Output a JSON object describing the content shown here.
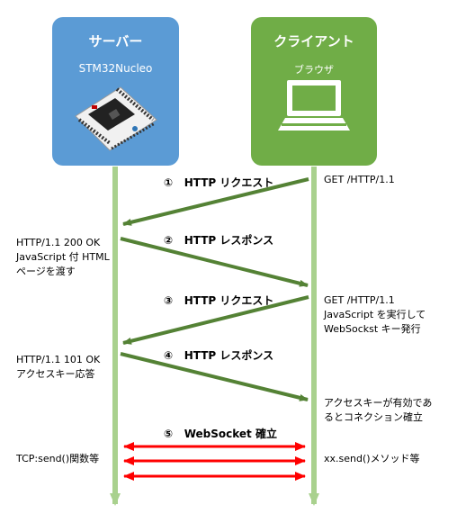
{
  "server": {
    "title": "サーバー",
    "device": "STM32Nucleo"
  },
  "client": {
    "title": "クライアント",
    "app": "ブラウザ"
  },
  "steps": [
    {
      "num": "①",
      "label": "HTTP リクエスト"
    },
    {
      "num": "②",
      "label": "HTTP レスポンス"
    },
    {
      "num": "③",
      "label": "HTTP リクエスト"
    },
    {
      "num": "④",
      "label": "HTTP レスポンス"
    },
    {
      "num": "⑤",
      "label": "WebSocket 確立"
    }
  ],
  "notes": {
    "client_get1": "GET /HTTP/1.1",
    "server_resp1": "HTTP/1.1 200 OK\nJavaScript 付 HTML\nページを渡す",
    "client_get2": "GET /HTTP/1.1\nJavaScript を実行して\nWebSockst キー発行",
    "server_resp2": "HTTP/1.1 101 OK\nアクセスキー応答",
    "client_conn": "アクセスキーが有効であ\nるとコネクション確立",
    "server_send": "TCP:send()関数等",
    "client_send": "xx.send()メソッド等"
  },
  "colors": {
    "server_box": "#5b9bd5",
    "client_box": "#70ad47",
    "lifeline": "#a9d18e",
    "arrow": "#548235",
    "ws_arrow": "#ff0000"
  }
}
